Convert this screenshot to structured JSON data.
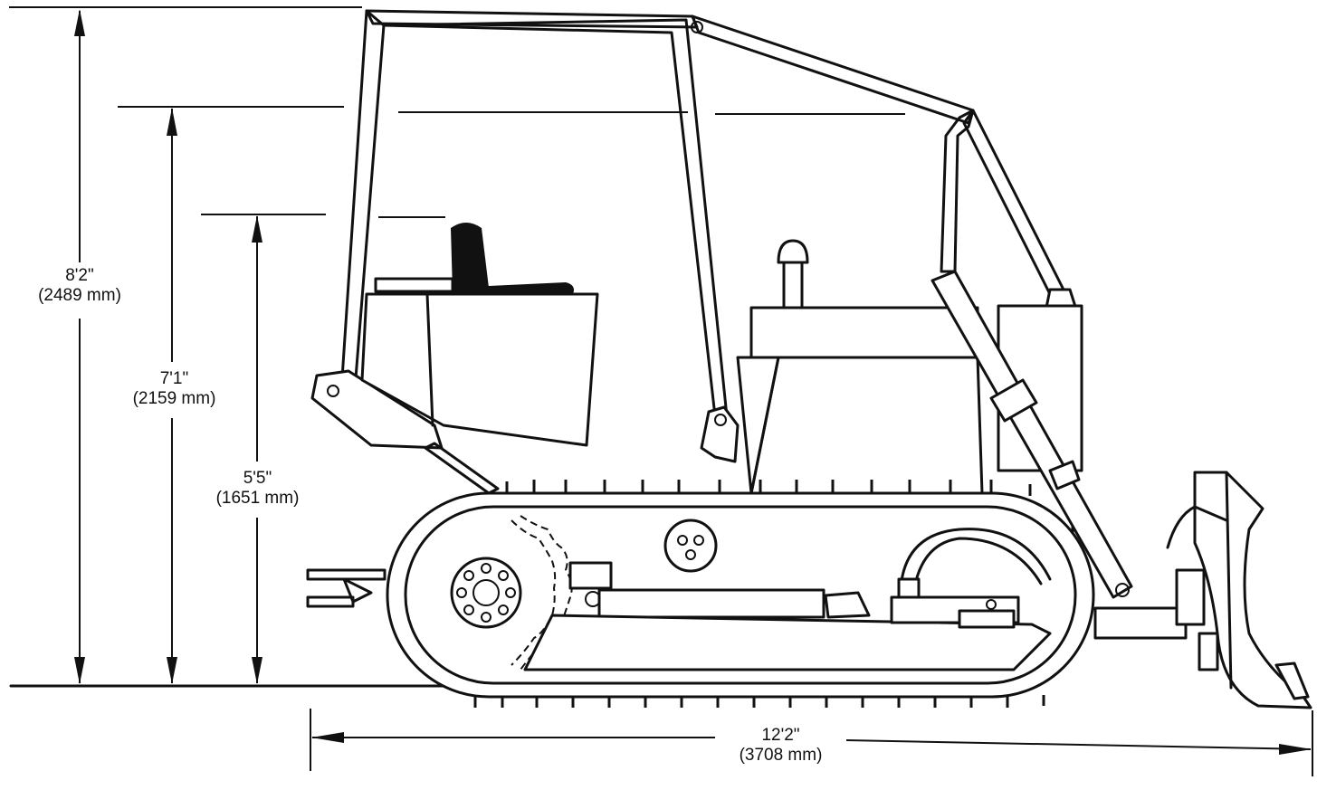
{
  "dimensions": {
    "overall_height": {
      "imperial": "8'2\"",
      "metric": "(2489 mm)"
    },
    "canopy_height": {
      "imperial": "7'1\"",
      "metric": "(2159 mm)"
    },
    "hood_height": {
      "imperial": "5'5\"",
      "metric": "(1651 mm)"
    },
    "overall_length": {
      "imperial": "12'2\"",
      "metric": "(3708 mm)"
    }
  }
}
